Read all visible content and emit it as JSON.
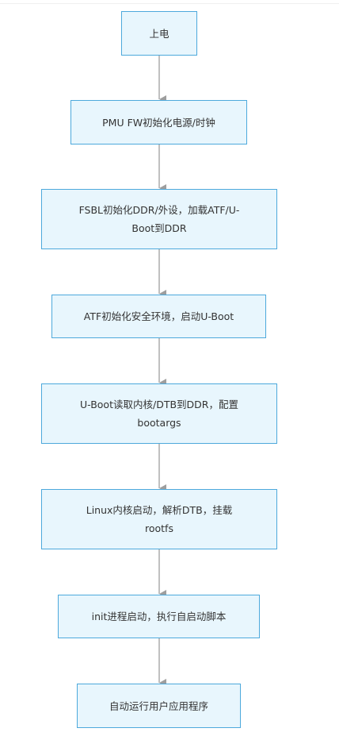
{
  "diagram": {
    "colors": {
      "node_fill": "#e8f6fd",
      "node_border": "#4da9dc",
      "arrow": "#9e9e9e",
      "text": "#333333"
    },
    "nodes": [
      {
        "id": "power-on",
        "label": "上电"
      },
      {
        "id": "pmu-fw",
        "label": "PMU FW初始化电源/时钟"
      },
      {
        "id": "fsbl",
        "label": "FSBL初始化DDR/外设，加载ATF/U-Boot到DDR"
      },
      {
        "id": "atf",
        "label": "ATF初始化安全环境，启动U-Boot"
      },
      {
        "id": "u-boot",
        "label": "U-Boot读取内核/DTB到DDR，配置bootargs"
      },
      {
        "id": "linux",
        "label": "Linux内核启动，解析DTB，挂载rootfs"
      },
      {
        "id": "init",
        "label": "init进程启动，执行自启动脚本"
      },
      {
        "id": "user-app",
        "label": "自动运行用户应用程序"
      }
    ],
    "edges": [
      {
        "from": "power-on",
        "to": "pmu-fw"
      },
      {
        "from": "pmu-fw",
        "to": "fsbl"
      },
      {
        "from": "fsbl",
        "to": "atf"
      },
      {
        "from": "atf",
        "to": "u-boot"
      },
      {
        "from": "u-boot",
        "to": "linux"
      },
      {
        "from": "linux",
        "to": "init"
      },
      {
        "from": "init",
        "to": "user-app"
      }
    ]
  }
}
